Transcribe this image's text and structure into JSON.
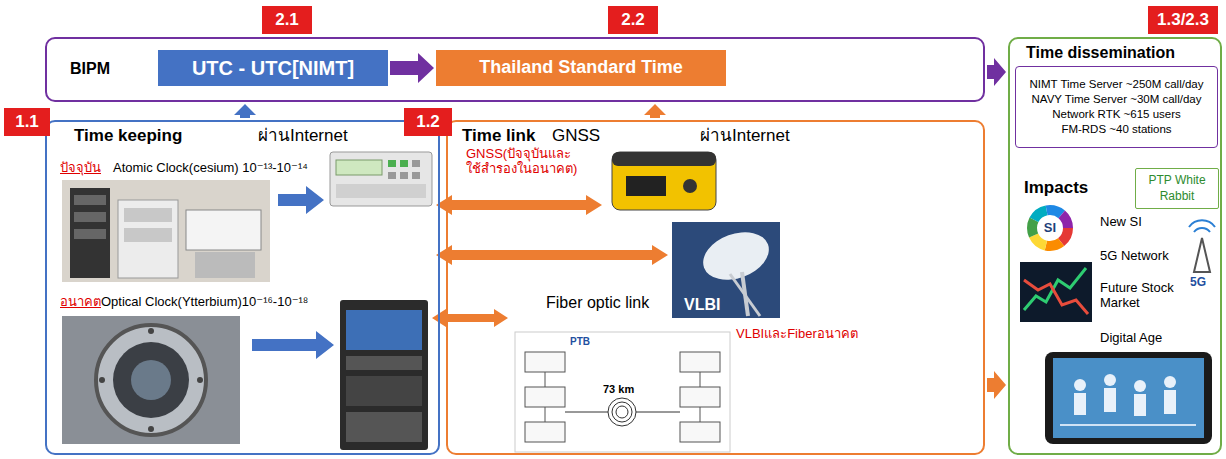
{
  "diagram": {
    "nodes": [
      {
        "text": [
          "BIPM"
        ]
      },
      {
        "text": [
          "UTC - UTC[NIMT]"
        ],
        "in": 0
      },
      {
        "text": [
          "Thailand Standard Time"
        ],
        "in": 0
      },
      {
        "text": [
          "Time keeping",
          "ผ่านInternet",
          "ปัจจุบัน",
          "Atomic Clock(cesium) 10⁻¹³-10⁻¹⁴",
          "อนาคต",
          "Optical Clock(Ytterbium)10⁻¹⁶-10⁻¹⁸"
        ]
      },
      {
        "text": [
          "Time link",
          "GNSS",
          "ผ่านInternet",
          "GNSS(ปัจจุบันและใช้สำรองในอนาคต)",
          "VLBI",
          "Fiber optic link",
          "VLBIและFiberอนาคต"
        ]
      },
      {
        "text": [
          "Time dissemination",
          "Impacts",
          "New SI",
          "5G Network",
          "Future Stock Market",
          "Digital Age"
        ]
      },
      {
        "text": [
          "NIMT Time Server ~250M call/day",
          "NAVY Time Server ~30M call/day",
          "Network RTK ~615 users",
          "FM-RDS ~40 stations"
        ],
        "in": 5
      },
      {
        "text": [
          "PTP White Rabbit"
        ],
        "in": 5
      }
    ],
    "edges": [
      {
        "from": 1,
        "to": 2,
        "arrow": "to"
      },
      {
        "from": 3,
        "to": 0,
        "arrow": "to"
      },
      {
        "from": 4,
        "to": 0,
        "arrow": "to"
      },
      {
        "from": 0,
        "to": 5,
        "arrow": "to"
      },
      {
        "from": 4,
        "to": 5,
        "arrow": "to"
      }
    ],
    "labels": [
      "2.1",
      "2.2",
      "1.3/2.3",
      "1.1",
      "1.2",
      "PTB",
      "73 km",
      "SI",
      "5G"
    ]
  }
}
